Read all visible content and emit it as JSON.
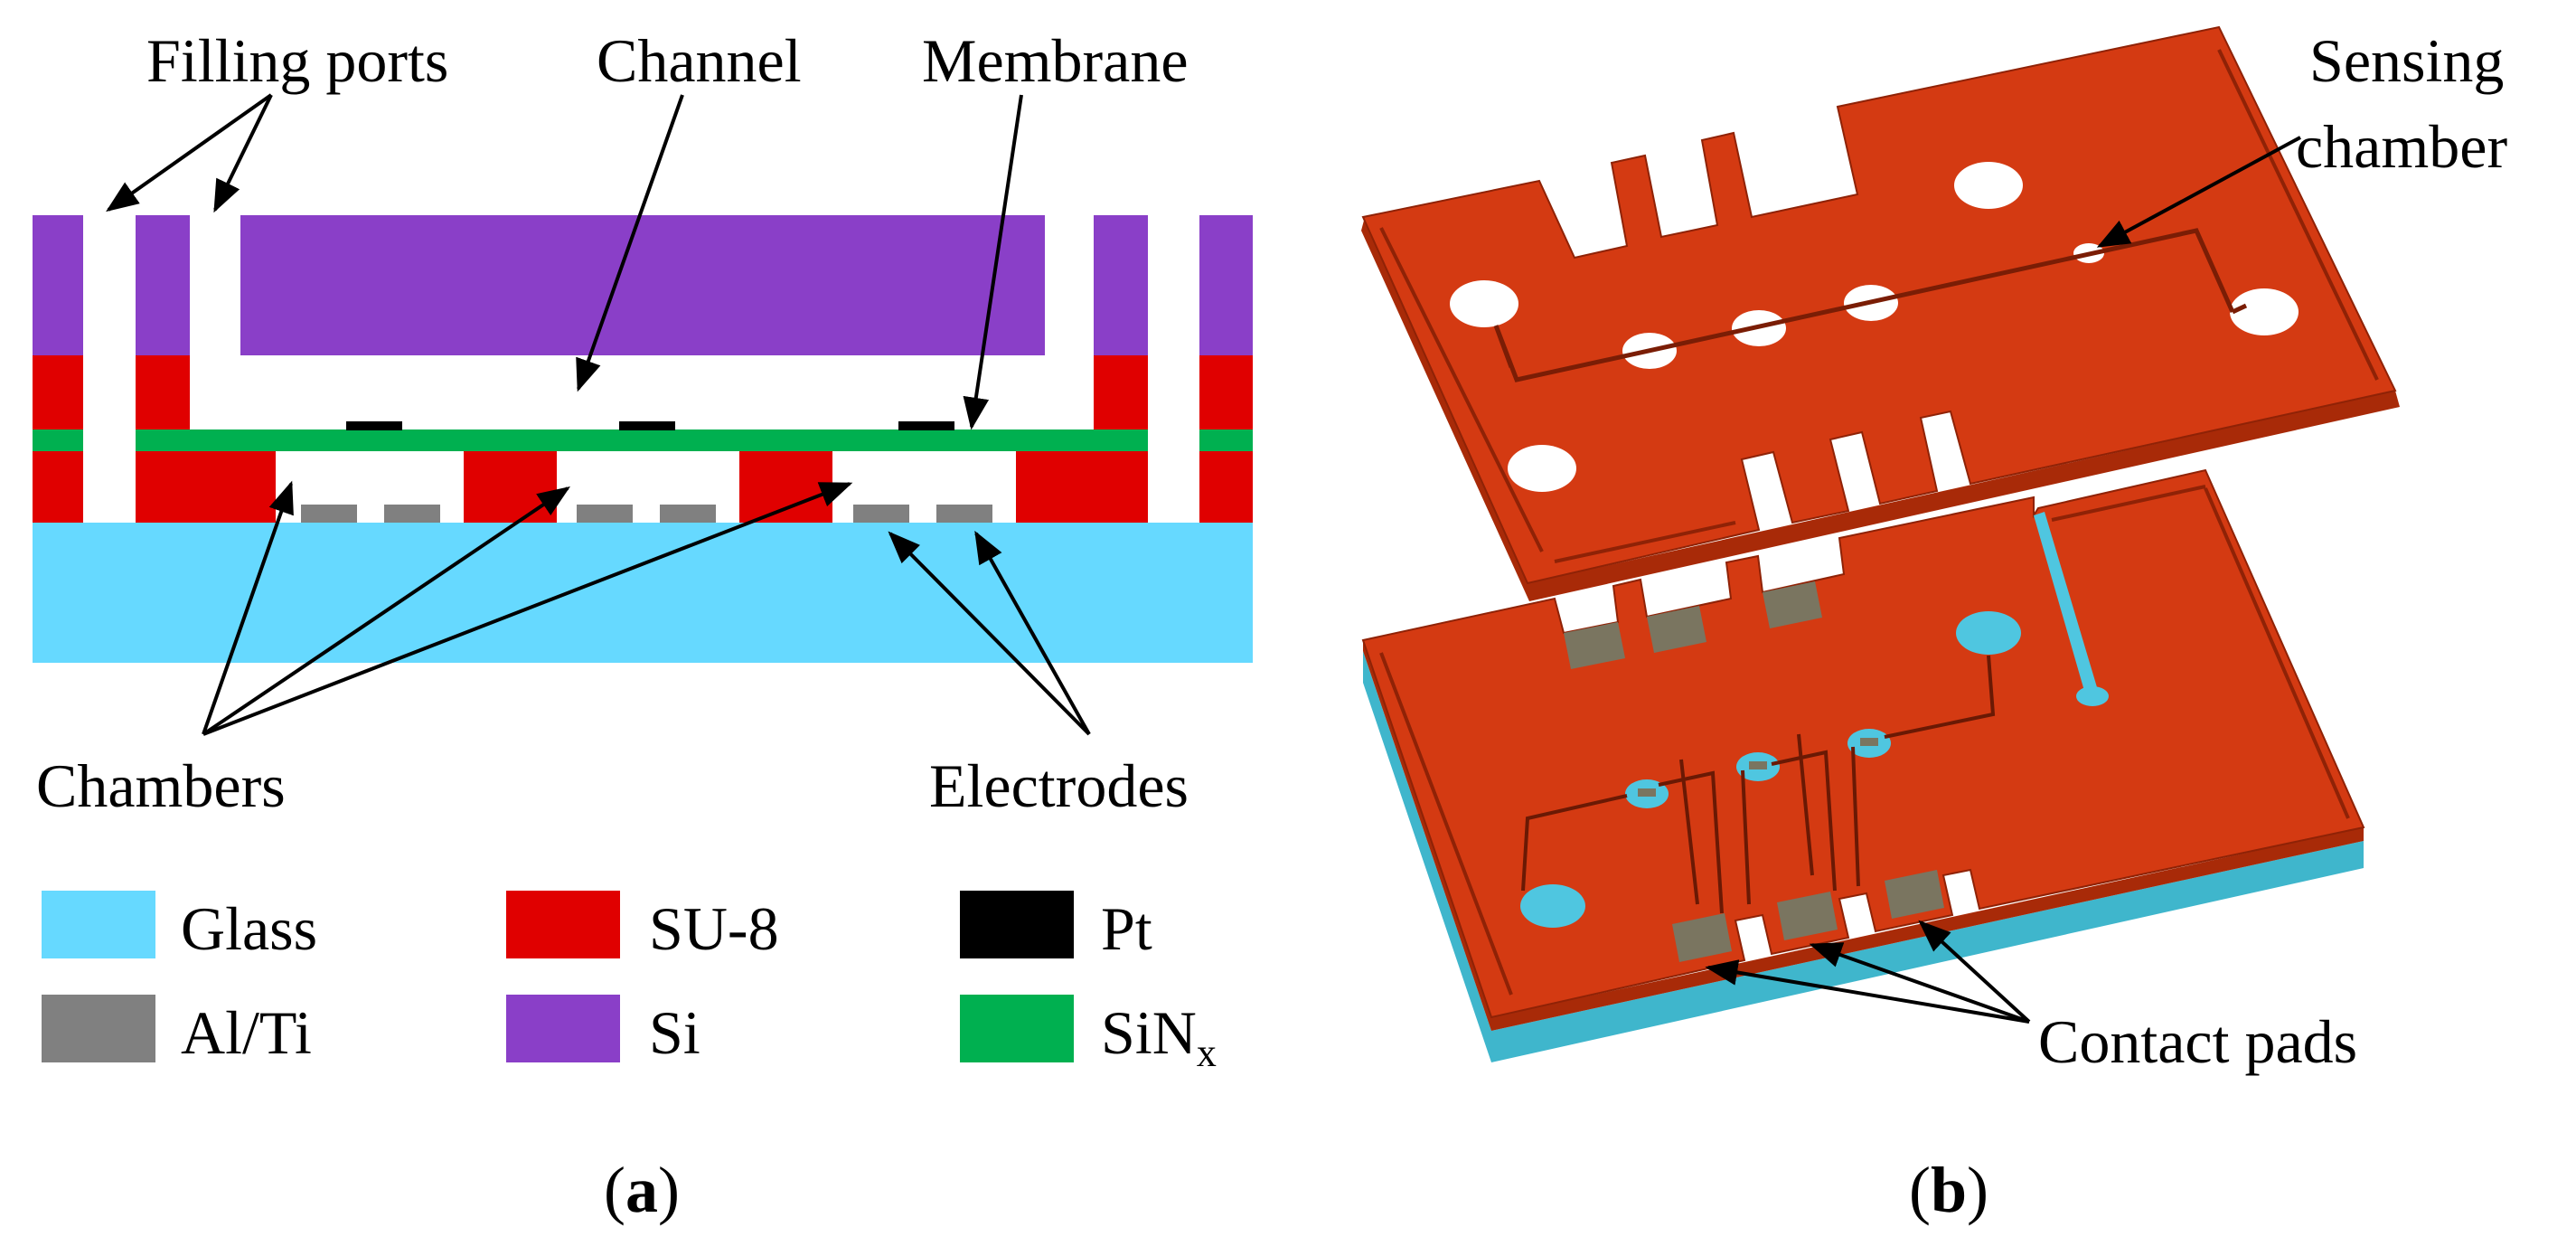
{
  "panel_a": {
    "caption_open": "(",
    "caption_letter": "a",
    "caption_close": ")",
    "labels": {
      "filling_ports": "Filling ports",
      "channel": "Channel",
      "membrane": "Membrane",
      "chambers": "Chambers",
      "electrodes": "Electrodes"
    },
    "legend": [
      {
        "name": "Glass",
        "color": "#66d9ff"
      },
      {
        "name": "SU-8",
        "color": "#e00000"
      },
      {
        "name": "Pt",
        "color": "#000000"
      },
      {
        "name": "Al/Ti",
        "color": "#808080"
      },
      {
        "name": "Si",
        "color": "#8a3fc8"
      },
      {
        "name": "SiN",
        "subscript": "x",
        "color": "#00b050"
      }
    ]
  },
  "panel_b": {
    "caption_open": "(",
    "caption_letter": "b",
    "caption_close": ")",
    "labels": {
      "sensing_line1": "Sensing",
      "sensing_line2": "chamber",
      "contact_pads": "Contact pads"
    }
  },
  "colors": {
    "glass": "#66d9ff",
    "su8": "#e00000",
    "pt": "#000000",
    "al_ti": "#808080",
    "si": "#8a3fc8",
    "sinx": "#00b050",
    "iso_top": "#d43a12",
    "iso_side": "#a82a08",
    "iso_glass_side": "#3fb6cc",
    "contact_pad": "#7a7560",
    "hole_glass": "#4fc6e0"
  }
}
